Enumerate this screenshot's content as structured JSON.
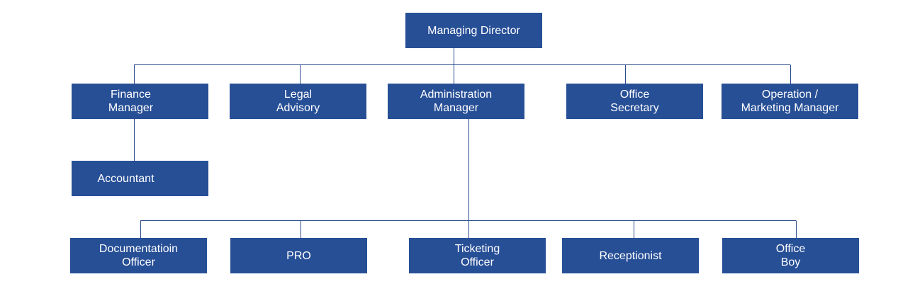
{
  "org_chart": {
    "colors": {
      "box_fill": "#274f96",
      "text": "#ffffff",
      "connector": "#2a4a8c"
    },
    "root": "Managing Director",
    "level1": {
      "finance": "Finance\nManager",
      "legal": "Legal\nAdvisory",
      "administration": "Administration\nManager",
      "secretary": "Office\nSecretary",
      "operation": "Operation /\nMarketing Manager"
    },
    "finance_reports": {
      "accountant": "Accountant"
    },
    "admin_reports": {
      "documentation": "Documentatioin\nOfficer",
      "pro": "PRO",
      "ticketing": "Ticketing\nOfficer",
      "receptionist": "Receptionist",
      "office_boy": "Office\nBoy"
    }
  }
}
